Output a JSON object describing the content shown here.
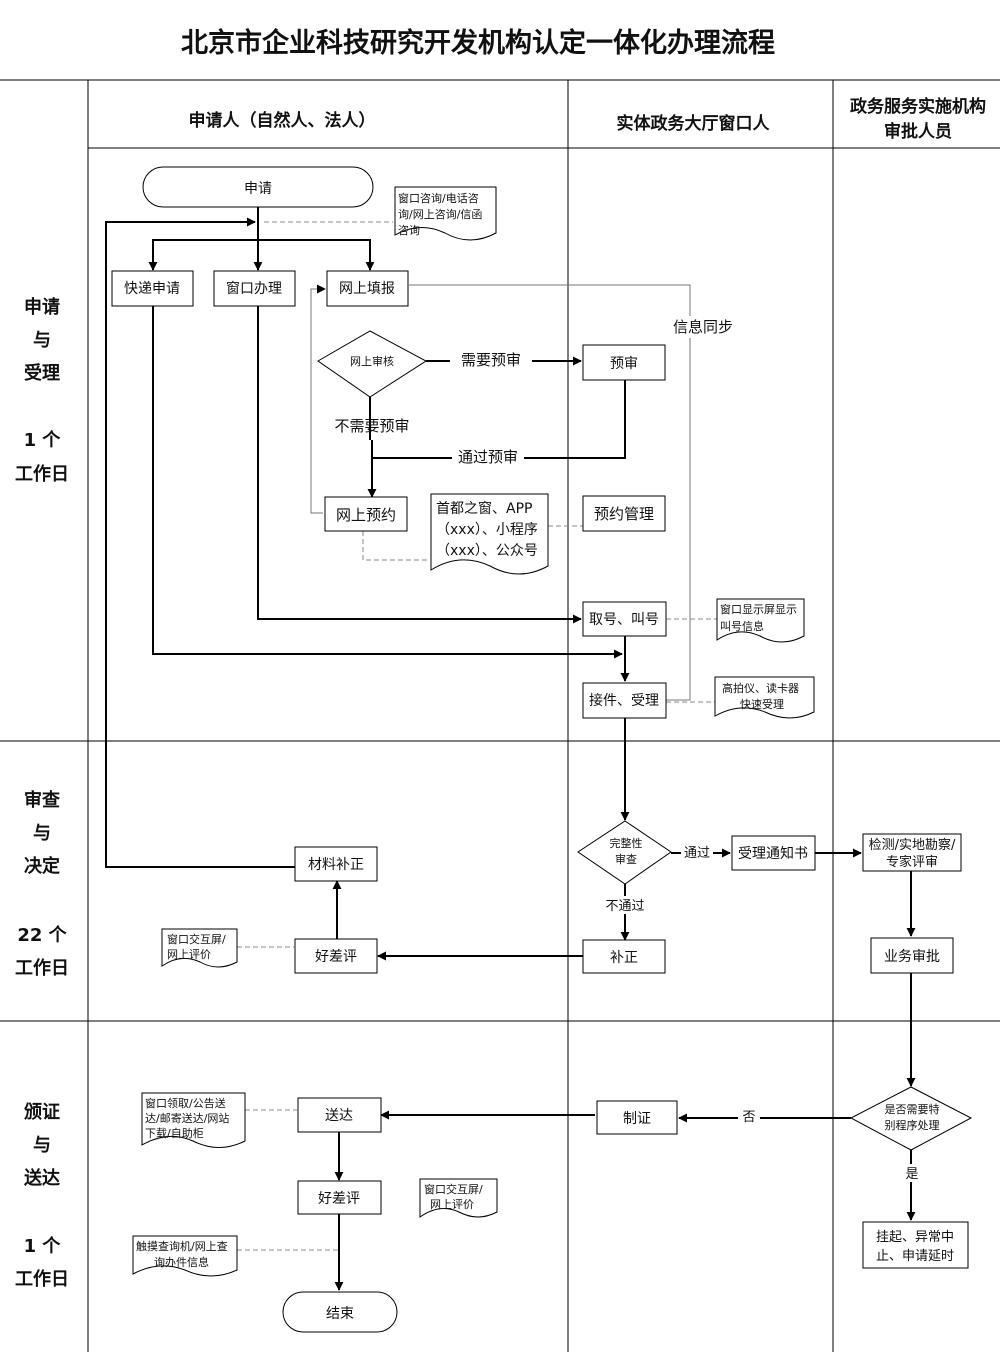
{
  "title": "北京市企业科技研究开发机构认定一体化办理流程",
  "lanes": {
    "applicant": "申请人（自然人、法人）",
    "hall": "实体政务大厅窗口人",
    "approver_l1": "政务服务实施机构",
    "approver_l2": "审批人员"
  },
  "phases": [
    {
      "lines": [
        "申请",
        "与",
        "受理"
      ],
      "days_lines": [
        "1 个",
        "工作日"
      ]
    },
    {
      "lines": [
        "审查",
        "与",
        "决定"
      ],
      "days_lines": [
        "22 个",
        "工作日"
      ]
    },
    {
      "lines": [
        "颁证",
        "与",
        "送达"
      ],
      "days_lines": [
        "1 个",
        "工作日"
      ]
    }
  ],
  "nodes": {
    "apply": "申请",
    "express": "快递申请",
    "window": "窗口办理",
    "online_fill": "网上填报",
    "online_review": "网上审核",
    "pre_review": "预审",
    "online_booking": "网上预约",
    "booking_mgmt": "预约管理",
    "take_number": "取号、叫号",
    "accept": "接件、受理",
    "completeness_l1": "完整性",
    "completeness_l2": "审查",
    "accept_notice": "受理通知书",
    "inspect_l1": "检测/实地勘察/",
    "inspect_l2": "专家评审",
    "material_fix": "材料补正",
    "rating1": "好差评",
    "correction": "补正",
    "biz_approval": "业务审批",
    "special_l1": "是否需要特",
    "special_l2": "别程序处理",
    "make_cert": "制证",
    "deliver": "送达",
    "rating2": "好差评",
    "suspend_l1": "挂起、异常中",
    "suspend_l2": "止、申请延时",
    "end": "结束"
  },
  "edge_labels": {
    "need_pre": "需要预审",
    "no_need_pre": "不需要预审",
    "pass_pre": "通过预审",
    "info_sync": "信息同步",
    "pass": "通过",
    "fail": "不通过",
    "no": "否",
    "yes": "是"
  },
  "notes": {
    "consult": [
      "窗口咨询/电话咨",
      "询/网上咨询/信函",
      "咨询"
    ],
    "channels": [
      "首都之窗、APP",
      "（xxx）、小程序",
      "（xxx）、公众号"
    ],
    "display": [
      "窗口显示屏显示",
      "叫号信息"
    ],
    "scanner": [
      "高拍仪、读卡器",
      "快速受理"
    ],
    "eval1": [
      "窗口交互屏/",
      "网上评价"
    ],
    "delivery_methods": [
      "窗口领取/公告送",
      "达/邮寄送达/网站",
      "下载/自助柜"
    ],
    "eval2": [
      "窗口交互屏/",
      "网上评价"
    ],
    "kiosk": [
      "触摸查询机/网上查",
      "询办件信息"
    ]
  }
}
